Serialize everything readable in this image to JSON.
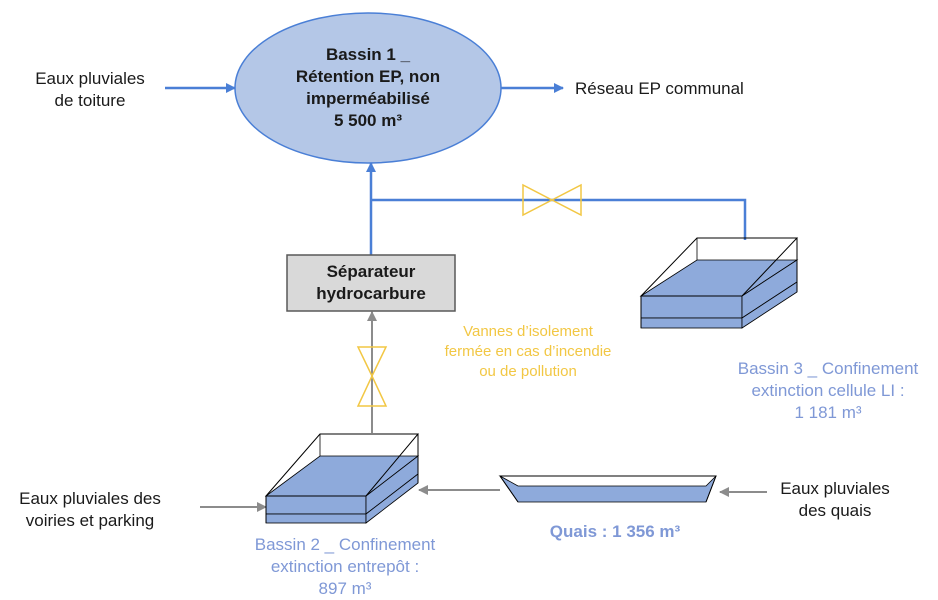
{
  "basin1": {
    "lines": [
      "Bassin 1 _",
      "Rétention EP, non",
      "imperméabilisé",
      "5 500 m³"
    ]
  },
  "inputs": {
    "roof": [
      "Eaux pluviales",
      "de toiture"
    ],
    "roads": [
      "Eaux pluviales des",
      "voiries et parking"
    ],
    "quays": [
      "Eaux pluviales",
      "des quais"
    ]
  },
  "output": {
    "network": "Réseau EP communal"
  },
  "separator": {
    "lines": [
      "Séparateur",
      "hydrocarbure"
    ]
  },
  "valves_note": {
    "lines": [
      "Vannes d’isolement",
      "fermée en cas d’incendie",
      "ou de pollution"
    ]
  },
  "basin3": {
    "lines": [
      "Bassin 3 _ Confinement",
      "extinction cellule LI :",
      "1 181 m³"
    ]
  },
  "basin2": {
    "lines": [
      "Bassin 2 _ Confinement",
      "extinction entrepôt :",
      "897 m³"
    ]
  },
  "quais": {
    "label": "Quais : 1 356 m³"
  },
  "colors": {
    "flow_line": "#4a7fd6",
    "gray_line": "#8c8c8c",
    "ellipse_fill": "#b4c7e7",
    "ellipse_stroke": "#4a7fd6",
    "water_fill": "#8eaadb",
    "valve_stroke": "#f2c744",
    "separator_fill": "#d9d9d9",
    "label_blue": "#7f98d6",
    "label_yellow": "#f2c744"
  }
}
